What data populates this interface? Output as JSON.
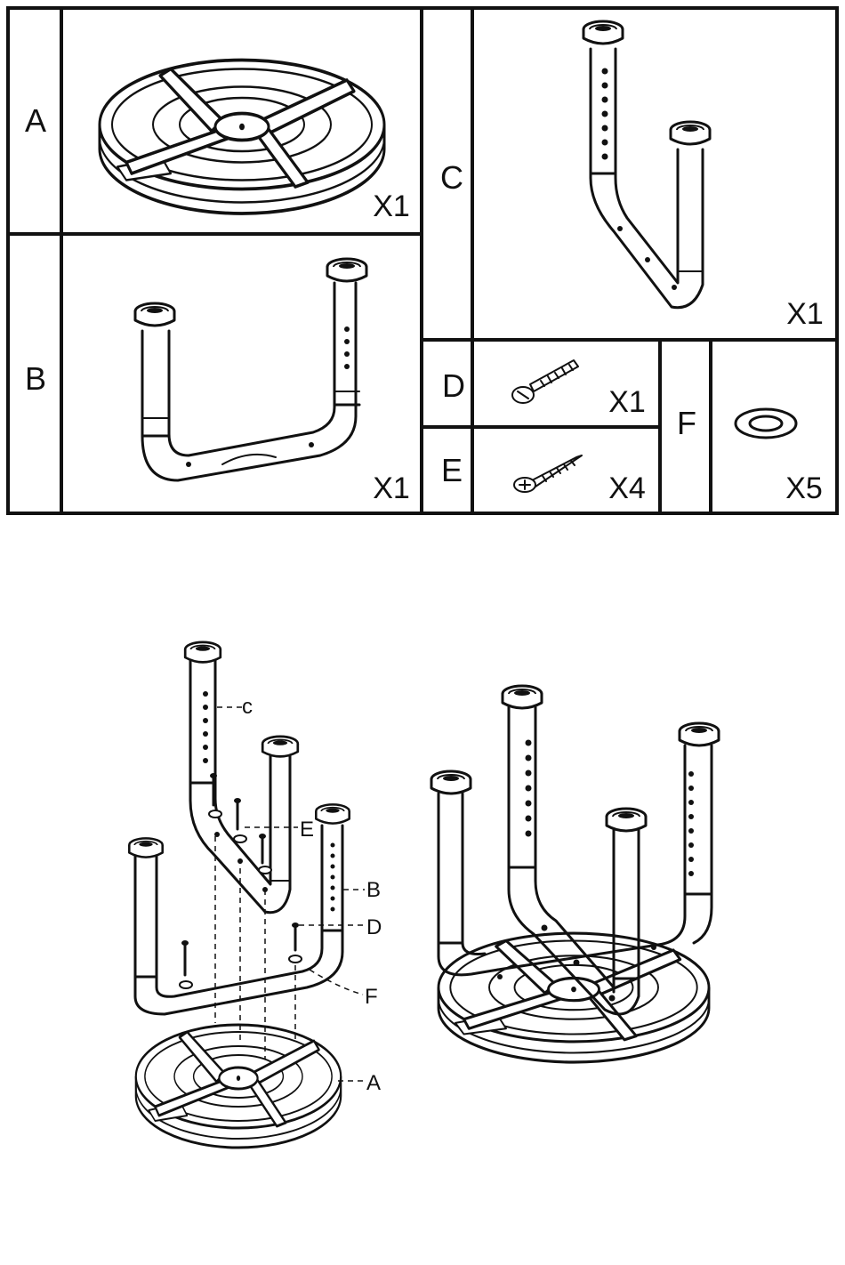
{
  "parts": [
    {
      "letter": "A",
      "qty": "X1"
    },
    {
      "letter": "B",
      "qty": "X1"
    },
    {
      "letter": "C",
      "qty": "X1"
    },
    {
      "letter": "D",
      "qty": "X1"
    },
    {
      "letter": "E",
      "qty": "X4"
    },
    {
      "letter": "F",
      "qty": "X5"
    }
  ],
  "callouts": {
    "c": "c",
    "e": "E",
    "b": "B",
    "d": "D",
    "f": "F",
    "a": "A"
  }
}
